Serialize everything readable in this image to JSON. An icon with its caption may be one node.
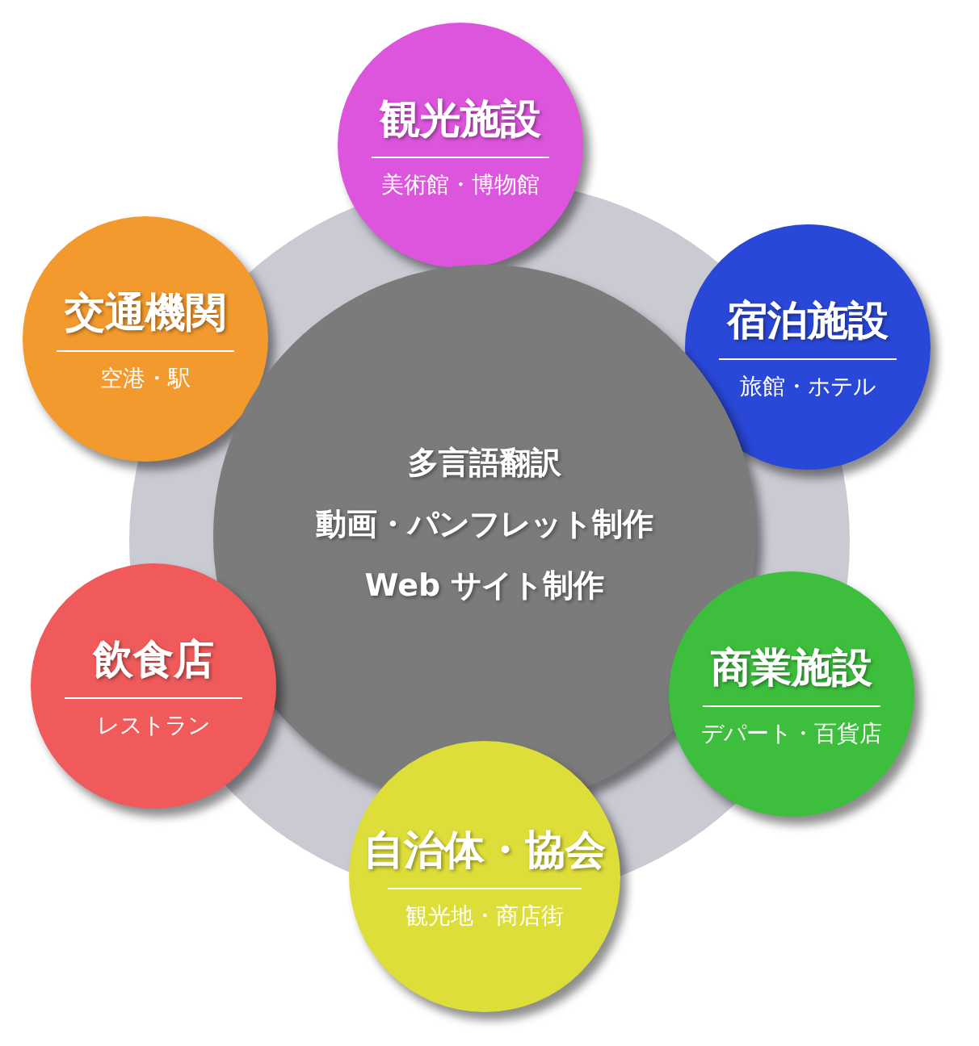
{
  "diagram": {
    "nodes": [
      {
        "text": [
          "観光施設",
          "美術館・博物館"
        ]
      },
      {
        "text": [
          "交通機関",
          "空港・駅"
        ]
      },
      {
        "text": [
          "宿泊施設",
          "旅館・ホテル"
        ]
      },
      {
        "text": [
          "多言語翻訳",
          "動画・パンフレット制作",
          "Web サイト制作"
        ]
      },
      {
        "text": [
          "飲食店",
          "レストラン"
        ]
      },
      {
        "text": [
          "商業施設",
          "デパート・百貨店"
        ]
      },
      {
        "text": [
          "自治体・協会",
          "観光地・商店街"
        ]
      }
    ]
  }
}
